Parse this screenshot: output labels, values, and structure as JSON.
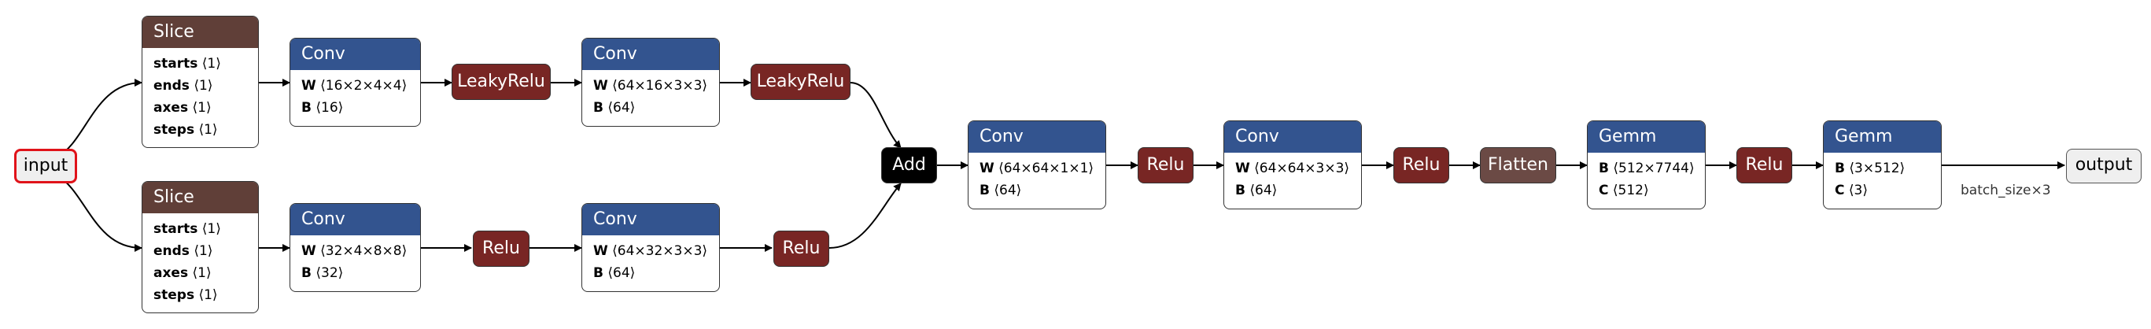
{
  "graph": {
    "input_label": "input",
    "output_label": "output",
    "edge_label": "batch_size×3",
    "slice_top": {
      "title": "Slice",
      "attrs": [
        {
          "key": "starts",
          "val": "⟨1⟩"
        },
        {
          "key": "ends",
          "val": "⟨1⟩"
        },
        {
          "key": "axes",
          "val": "⟨1⟩"
        },
        {
          "key": "steps",
          "val": "⟨1⟩"
        }
      ]
    },
    "slice_bottom": {
      "title": "Slice",
      "attrs": [
        {
          "key": "starts",
          "val": "⟨1⟩"
        },
        {
          "key": "ends",
          "val": "⟨1⟩"
        },
        {
          "key": "axes",
          "val": "⟨1⟩"
        },
        {
          "key": "steps",
          "val": "⟨1⟩"
        }
      ]
    },
    "conv1": {
      "title": "Conv",
      "attrs": [
        {
          "key": "W",
          "val": "⟨16×2×4×4⟩"
        },
        {
          "key": "B",
          "val": "⟨16⟩"
        }
      ]
    },
    "conv2": {
      "title": "Conv",
      "attrs": [
        {
          "key": "W",
          "val": "⟨64×16×3×3⟩"
        },
        {
          "key": "B",
          "val": "⟨64⟩"
        }
      ]
    },
    "conv3": {
      "title": "Conv",
      "attrs": [
        {
          "key": "W",
          "val": "⟨32×4×8×8⟩"
        },
        {
          "key": "B",
          "val": "⟨32⟩"
        }
      ]
    },
    "conv4": {
      "title": "Conv",
      "attrs": [
        {
          "key": "W",
          "val": "⟨64×32×3×3⟩"
        },
        {
          "key": "B",
          "val": "⟨64⟩"
        }
      ]
    },
    "conv5": {
      "title": "Conv",
      "attrs": [
        {
          "key": "W",
          "val": "⟨64×64×1×1⟩"
        },
        {
          "key": "B",
          "val": "⟨64⟩"
        }
      ]
    },
    "conv6": {
      "title": "Conv",
      "attrs": [
        {
          "key": "W",
          "val": "⟨64×64×3×3⟩"
        },
        {
          "key": "B",
          "val": "⟨64⟩"
        }
      ]
    },
    "gemm1": {
      "title": "Gemm",
      "attrs": [
        {
          "key": "B",
          "val": "⟨512×7744⟩"
        },
        {
          "key": "C",
          "val": "⟨512⟩"
        }
      ]
    },
    "gemm2": {
      "title": "Gemm",
      "attrs": [
        {
          "key": "B",
          "val": "⟨3×512⟩"
        },
        {
          "key": "C",
          "val": "⟨3⟩"
        }
      ]
    },
    "leakyrelu1": "LeakyRelu",
    "leakyrelu2": "LeakyRelu",
    "relu1": "Relu",
    "relu2": "Relu",
    "relu3": "Relu",
    "relu4": "Relu",
    "relu5": "Relu",
    "add": "Add",
    "flatten": "Flatten"
  }
}
